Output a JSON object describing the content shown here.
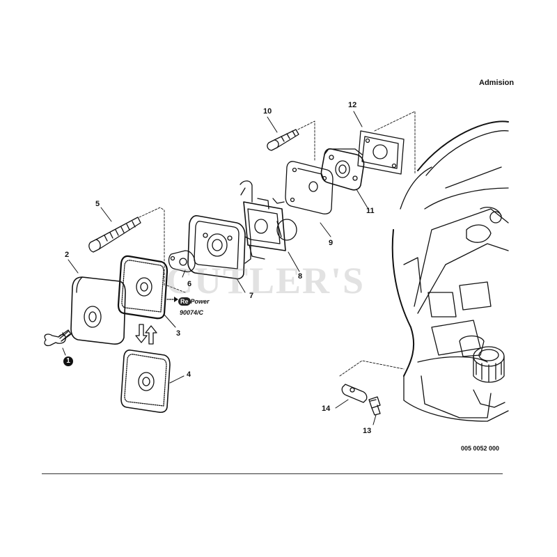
{
  "header": {
    "section_title": "Admision"
  },
  "callouts": [
    {
      "id": "1",
      "text": "1",
      "circled": true
    },
    {
      "id": "2",
      "text": "2"
    },
    {
      "id": "3",
      "text": "3"
    },
    {
      "id": "4",
      "text": "4"
    },
    {
      "id": "5",
      "text": "5"
    },
    {
      "id": "6",
      "text": "6"
    },
    {
      "id": "7",
      "text": "7"
    },
    {
      "id": "8",
      "text": "8"
    },
    {
      "id": "9",
      "text": "9"
    },
    {
      "id": "10",
      "text": "10"
    },
    {
      "id": "11",
      "text": "11"
    },
    {
      "id": "12",
      "text": "12"
    },
    {
      "id": "13",
      "text": "13"
    },
    {
      "id": "14",
      "text": "14"
    }
  ],
  "repower": {
    "brand_prefix": "Re",
    "brand_suffix": "Power",
    "part_number": "90074/C"
  },
  "watermark": {
    "text": "CUTLER'S"
  },
  "drawing_number": "005 0052 000",
  "colors": {
    "line": "#111111",
    "watermark": "#969696",
    "background": "#ffffff"
  }
}
